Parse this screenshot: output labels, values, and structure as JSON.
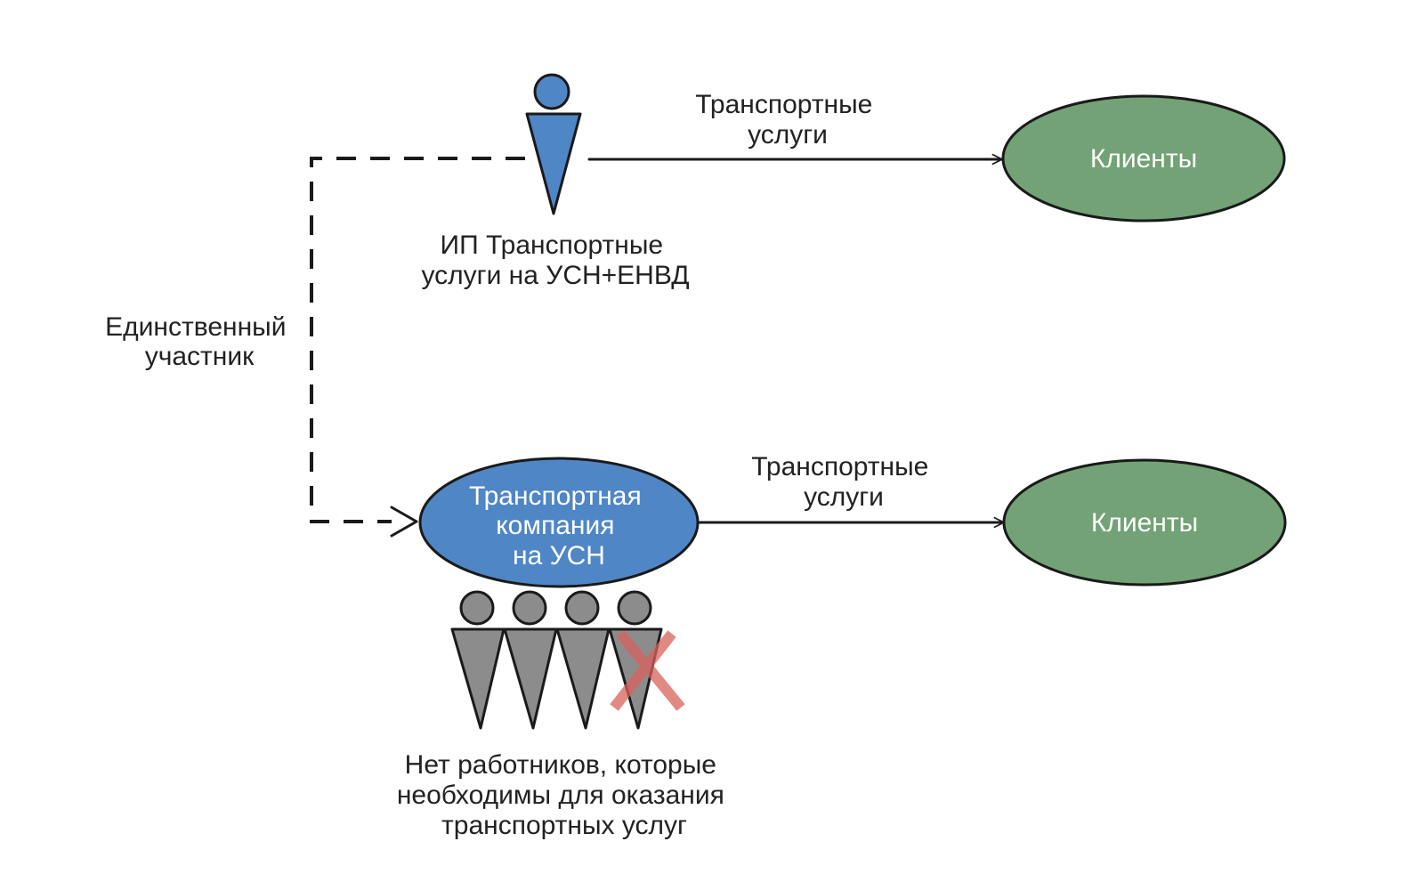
{
  "sole_participant_label": [
    "Единственный",
    "участник"
  ],
  "top": {
    "entrepreneur_label": [
      "ИП Транспортные",
      "услуги на УСН+ЕНВД"
    ],
    "arrow_label": [
      "Транспортные",
      "услуги"
    ],
    "clients_label": "Клиенты"
  },
  "bottom": {
    "company_label": [
      "Транспортная",
      "компания",
      "на УСН"
    ],
    "arrow_label": [
      "Транспортные",
      "услуги"
    ],
    "clients_label": "Клиенты"
  },
  "workers_note": [
    "Нет работников, которые",
    "необходимы для оказания",
    "транспортных услуг"
  ],
  "colors": {
    "entrepreneur_blue": "#4f86c6",
    "clients_green": "#72a276",
    "worker_gray": "#8c8c8c",
    "cross_red": "#d9625c"
  },
  "icons": {
    "entrepreneur": "person-icon",
    "workers": "person-icon",
    "cross": "cross-mark-icon"
  }
}
